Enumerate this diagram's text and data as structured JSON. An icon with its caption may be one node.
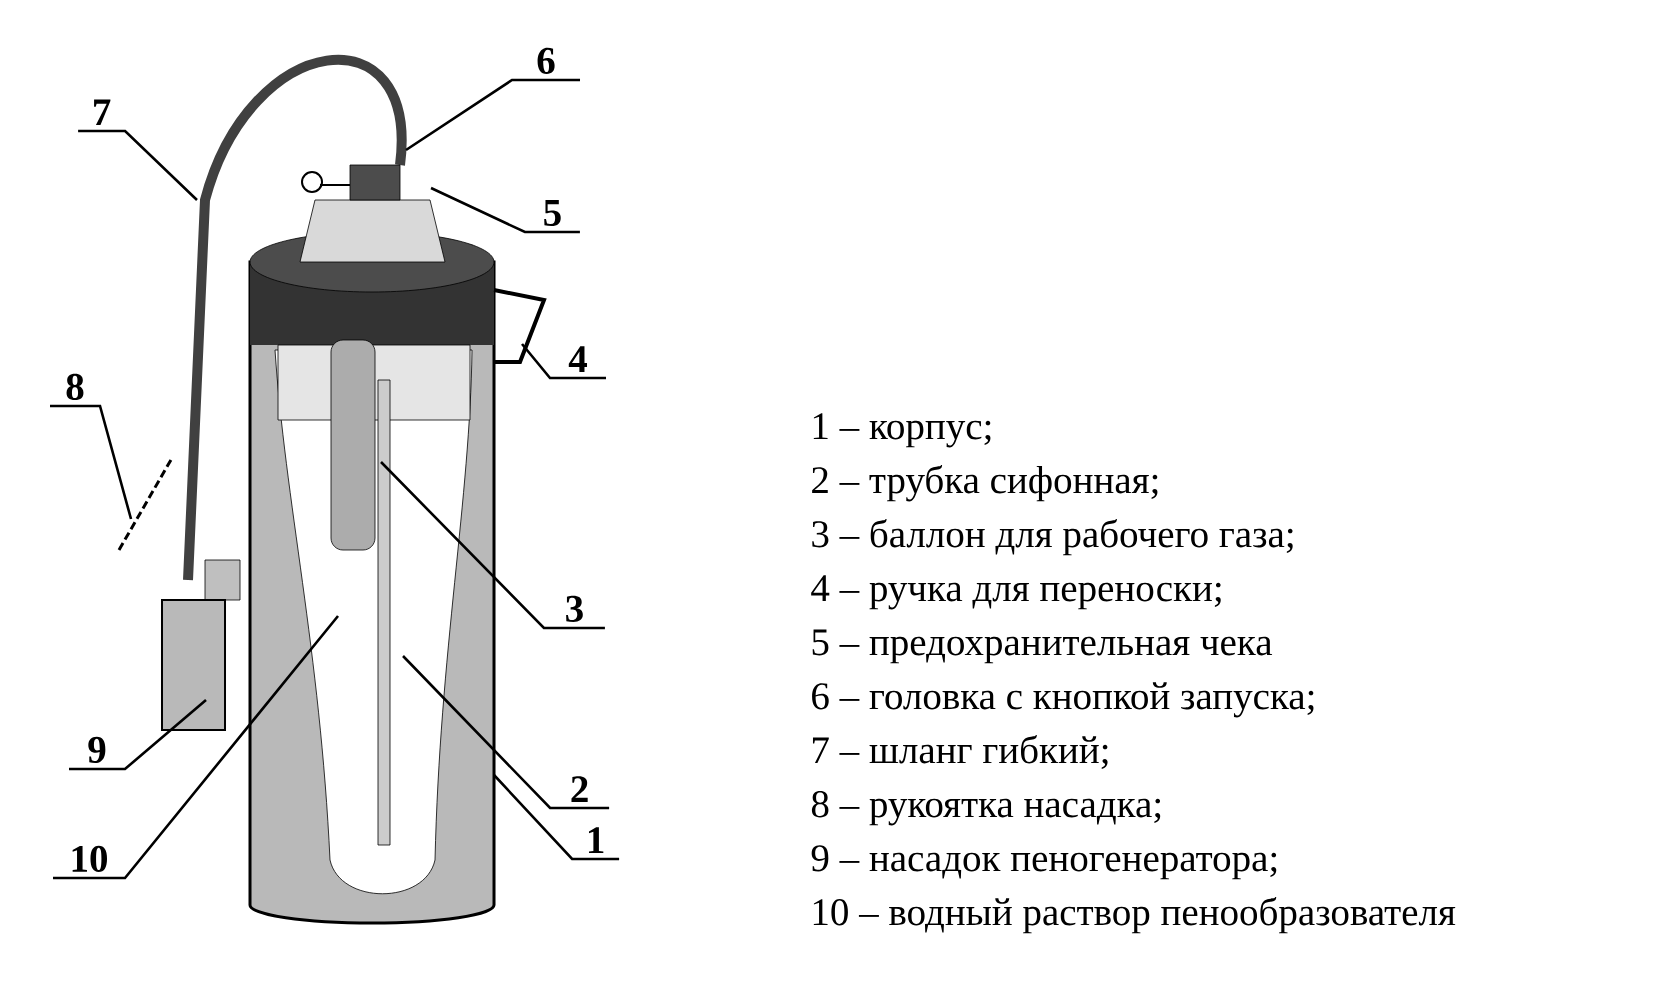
{
  "diagram": {
    "nodes": [
      {
        "text": [
          "6"
        ]
      },
      {
        "text": [
          "7"
        ]
      },
      {
        "text": [
          "5"
        ]
      },
      {
        "text": [
          "4"
        ]
      },
      {
        "text": [
          "8"
        ]
      },
      {
        "text": [
          "3"
        ]
      },
      {
        "text": [
          "9"
        ]
      },
      {
        "text": [
          "2"
        ]
      },
      {
        "text": [
          "10"
        ]
      },
      {
        "text": [
          "1"
        ]
      }
    ],
    "edges": [
      {
        "from": 0,
        "to": null,
        "arrow": "none"
      },
      {
        "from": 1,
        "to": null,
        "arrow": "none"
      },
      {
        "from": 2,
        "to": null,
        "arrow": "none"
      },
      {
        "from": 3,
        "to": null,
        "arrow": "none"
      },
      {
        "from": 4,
        "to": null,
        "arrow": "none"
      },
      {
        "from": 5,
        "to": null,
        "arrow": "none"
      },
      {
        "from": 6,
        "to": null,
        "arrow": "none"
      },
      {
        "from": 7,
        "to": null,
        "arrow": "none"
      },
      {
        "from": 8,
        "to": null,
        "arrow": "none"
      },
      {
        "from": 9,
        "to": null,
        "arrow": "none"
      }
    ],
    "labels": [
      "1 – корпус;",
      "2 – трубка сифонная;",
      "3 – баллон для рабочего газа;",
      "4 – ручка для переноски;",
      "5 – предохранительная чека",
      "6 – головка с кнопкой запуска;",
      "7 – шланг гибкий;",
      "8 – рукоятка насадка;",
      "9 – насадок пеногенератора;",
      "10 – водный раствор пенообразователя"
    ]
  }
}
